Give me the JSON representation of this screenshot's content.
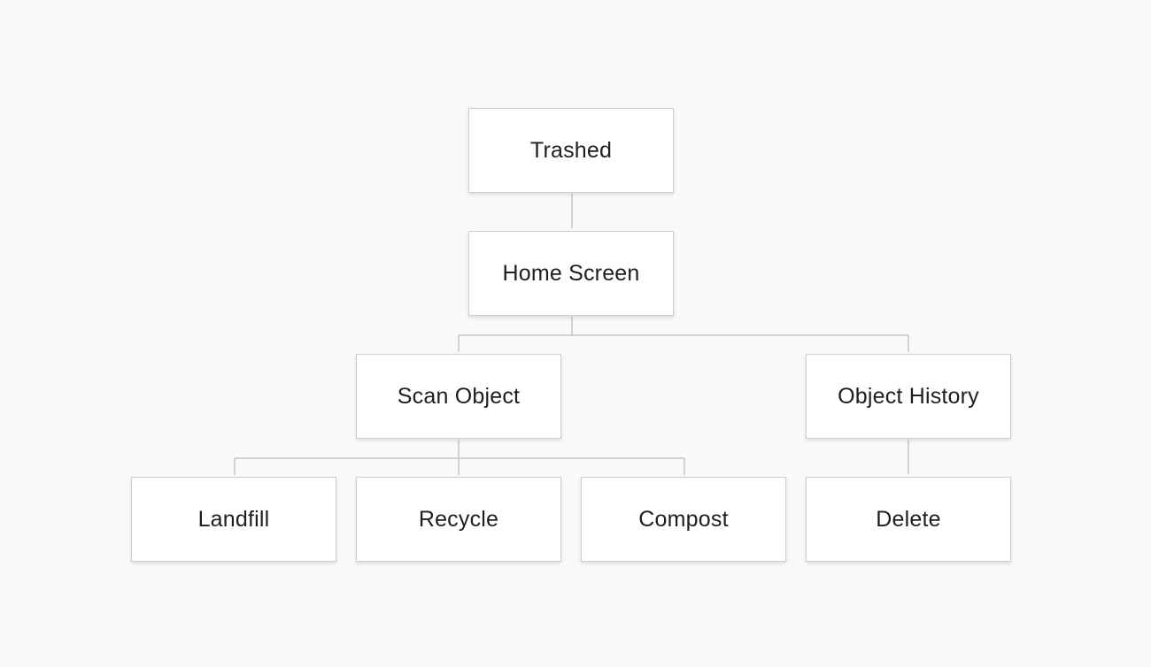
{
  "nodes": {
    "trashed": "Trashed",
    "home_screen": "Home Screen",
    "scan_object": "Scan Object",
    "object_history": "Object History",
    "landfill": "Landfill",
    "recycle": "Recycle",
    "compost": "Compost",
    "delete": "Delete"
  },
  "hierarchy": [
    {
      "parent": "trashed",
      "children": [
        "home_screen"
      ]
    },
    {
      "parent": "home_screen",
      "children": [
        "scan_object",
        "object_history"
      ]
    },
    {
      "parent": "scan_object",
      "children": [
        "landfill",
        "recycle",
        "compost"
      ]
    },
    {
      "parent": "object_history",
      "children": [
        "delete"
      ]
    }
  ],
  "colors": {
    "background": "#f8f9fb",
    "node_fill": "#ffffff",
    "node_border": "#cfcfcf",
    "connector": "#c6c6c6",
    "text": "#1e1e1e"
  }
}
